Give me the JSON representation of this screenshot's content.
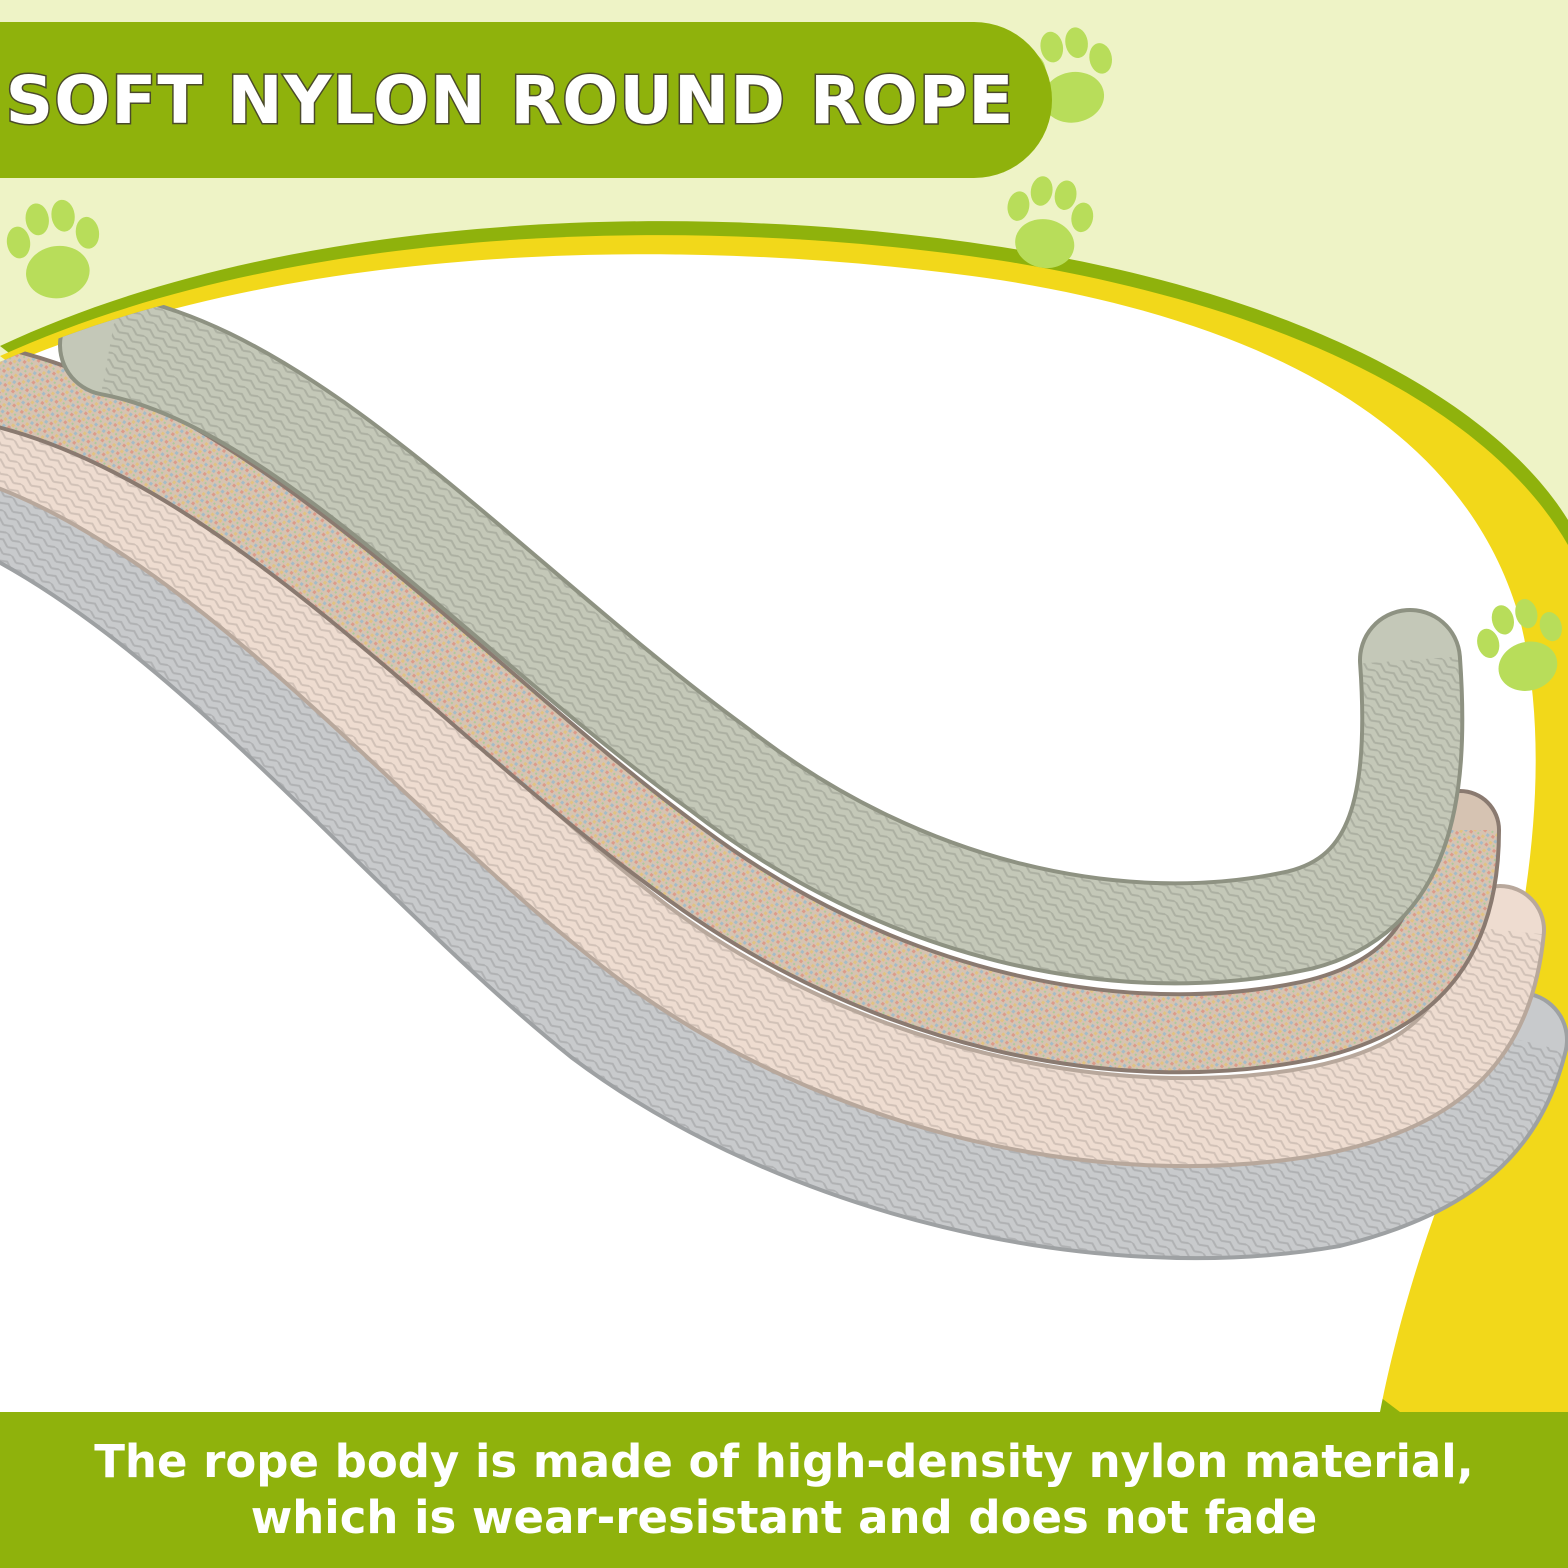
{
  "title": "SOFT NYLON ROUND ROPE",
  "caption": {
    "line1": "The rope body is made of high-density nylon material,",
    "line2": "which is wear-resistant and does not fade"
  },
  "colors": {
    "background": "#eef3c6",
    "banner": "#8fb20c",
    "frame_outer": "#8fb20c",
    "frame_inner": "#f2d81a",
    "paw": "#b8dd5a",
    "text": "#ffffff"
  },
  "ropes": [
    {
      "name": "sage",
      "color": "#c4c8b8"
    },
    {
      "name": "rainbow",
      "color": "#d6c3b2"
    },
    {
      "name": "pink",
      "color": "#eedcd0"
    },
    {
      "name": "grey",
      "color": "#c8cacc"
    }
  ],
  "icons": [
    "paw-print-icon"
  ]
}
